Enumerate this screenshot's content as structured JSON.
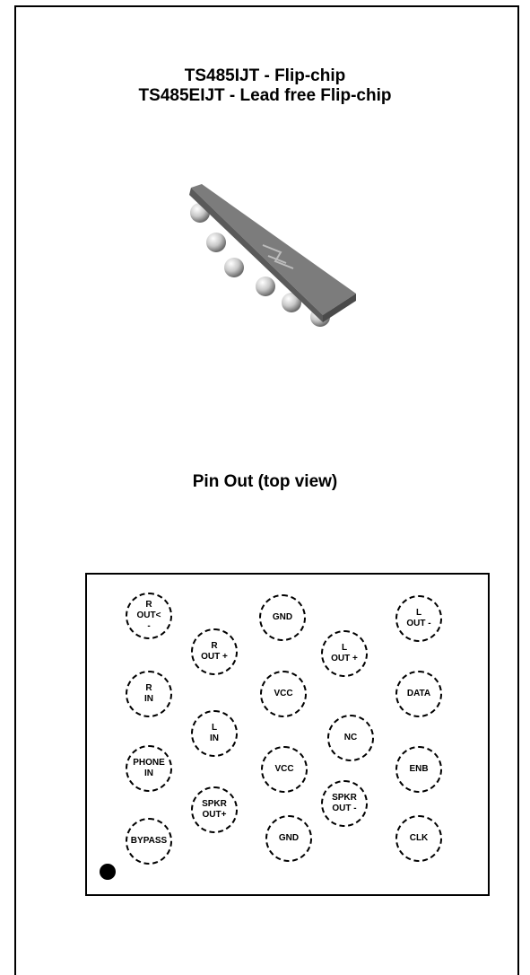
{
  "title_line1": "TS485IJT - Flip-chip",
  "title_line2": "TS485EIJT - Lead free Flip-chip",
  "pinout_heading": "Pin Out (top view)",
  "colors": {
    "line": "#000000",
    "chip_top": "#8a8a8a",
    "ball": "#c8c8c8"
  },
  "pins": [
    {
      "id": "r-out-minus",
      "label": "R\nOUT<\n-"
    },
    {
      "id": "gnd-top",
      "label": "GND"
    },
    {
      "id": "l-out-minus",
      "label": "L\nOUT -"
    },
    {
      "id": "r-out-plus",
      "label": "R\nOUT +"
    },
    {
      "id": "l-out-plus",
      "label": "L\nOUT +"
    },
    {
      "id": "r-in",
      "label": "R\nIN"
    },
    {
      "id": "vcc-1",
      "label": "VCC"
    },
    {
      "id": "data",
      "label": "DATA"
    },
    {
      "id": "l-in",
      "label": "L\nIN"
    },
    {
      "id": "nc",
      "label": "NC"
    },
    {
      "id": "phone-in",
      "label": "PHONE\nIN"
    },
    {
      "id": "vcc-2",
      "label": "VCC"
    },
    {
      "id": "enb",
      "label": "ENB"
    },
    {
      "id": "spkr-out-plus",
      "label": "SPKR\nOUT+"
    },
    {
      "id": "spkr-out-minus",
      "label": "SPKR\nOUT -"
    },
    {
      "id": "bypass",
      "label": "BYPASS"
    },
    {
      "id": "gnd-bottom",
      "label": "GND"
    },
    {
      "id": "clk",
      "label": "CLK"
    }
  ]
}
